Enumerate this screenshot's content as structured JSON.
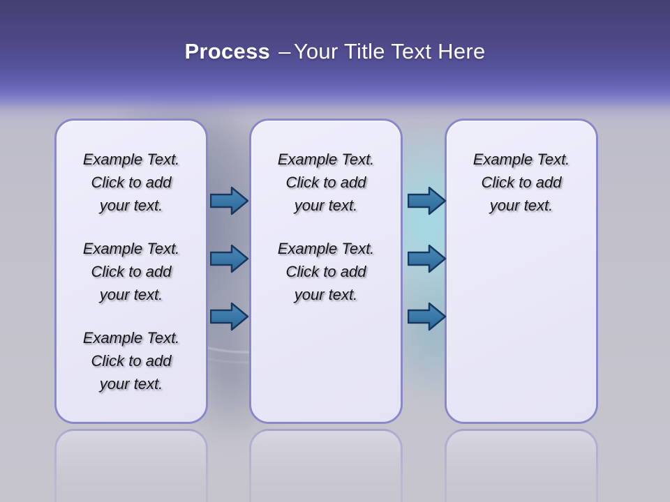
{
  "title": {
    "prefix": "Process",
    "separator": "–",
    "suffix": "Your Title Text Here"
  },
  "panels": [
    {
      "name": "process-step-1",
      "text_blocks": [
        {
          "lines": [
            "Example Text.",
            "Click  to add",
            "your text."
          ]
        },
        {
          "lines": [
            "Example Text.",
            "Click  to add",
            "your text."
          ]
        },
        {
          "lines": [
            "Example Text.",
            "Click  to add",
            "your text."
          ]
        }
      ]
    },
    {
      "name": "process-step-2",
      "text_blocks": [
        {
          "lines": [
            "Example Text.",
            "Click  to add",
            "your text."
          ]
        },
        {
          "lines": [
            "Example Text.",
            "Click  to add",
            "your text."
          ]
        }
      ]
    },
    {
      "name": "process-step-3",
      "text_blocks": [
        {
          "lines": [
            "Example Text.",
            "Click  to add",
            "your text."
          ]
        }
      ]
    }
  ],
  "arrows": {
    "direction": "right",
    "groups": [
      {
        "between": "step-1-and-step-2",
        "count": 3
      },
      {
        "between": "step-2-and-step-3",
        "count": 3
      }
    ]
  },
  "colors": {
    "header_purple_dark": "#444073",
    "header_purple_bright": "#6e6cbd",
    "body_gray": "#c5c4cd",
    "panel_fill": "#e9e8f7",
    "panel_border": "#8a88cc",
    "arrow_fill_top": "#4a8ab8",
    "arrow_fill_bottom": "#2d6796",
    "arrow_stroke": "#17375e",
    "title_text": "#ffffff",
    "body_text": "#151515"
  }
}
